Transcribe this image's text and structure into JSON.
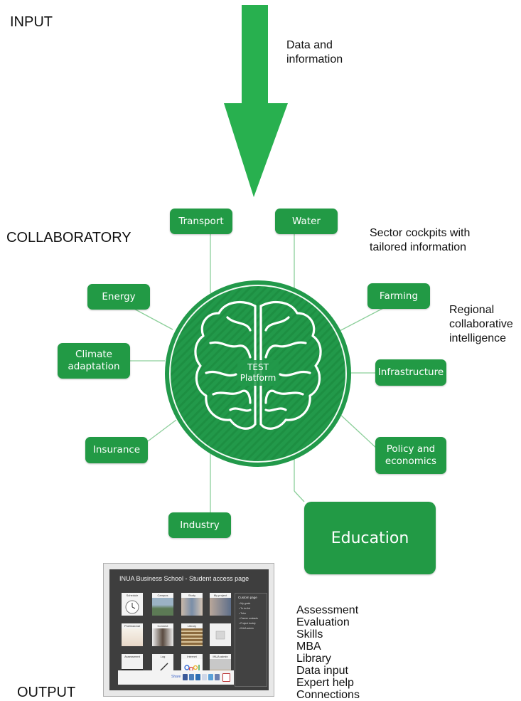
{
  "labels": {
    "input": "INPUT",
    "collaboratory": "COLLABORATORY",
    "output": "OUTPUT"
  },
  "annotations": {
    "arrow_note_line1": "Data and",
    "arrow_note_line2": "information",
    "sector_note_line1": "Sector cockpits with",
    "sector_note_line2": "tailored information",
    "regional_line1": "Regional",
    "regional_line2": "collaborative",
    "regional_line3": "intelligence"
  },
  "hub": {
    "line1": "TEST",
    "line2": "Platform"
  },
  "sectors": {
    "transport": "Transport",
    "water": "Water",
    "energy": "Energy",
    "farming": "Farming",
    "climate": "Climate\nadaptation",
    "infrastructure": "Infrastructure",
    "insurance": "Insurance",
    "policy": "Policy and\neconomics",
    "industry": "Industry",
    "education": "Education"
  },
  "screenshot": {
    "title": "INUA Business School - Student access page",
    "tiles": [
      "Schedule",
      "Campus",
      "Study",
      "My project",
      "Professional",
      "Connect",
      "Library",
      "",
      "Assessment",
      "Log",
      "Internet",
      "INUA admin"
    ],
    "custom_title": "Custom page",
    "custom_items": [
      "My goals",
      "To do list",
      "Tutor",
      "Career contacts",
      "Project buddy",
      "INUA admin"
    ],
    "share_label": "Share"
  },
  "output_list": [
    "Assessment",
    "Evaluation",
    "Skills",
    "MBA",
    "Library",
    "Data input",
    "Expert help",
    "Connections"
  ],
  "colors": {
    "primary_green": "#229a45",
    "arrow_green": "#28b04f",
    "connector": "#8ccf9a",
    "hub_stripe": "#1e9140"
  }
}
